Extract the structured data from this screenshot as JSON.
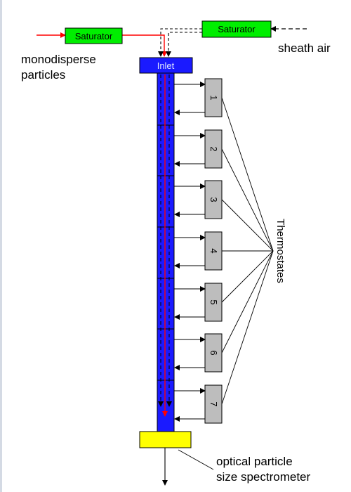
{
  "labels": {
    "saturator_left": "Saturator",
    "saturator_right": "Saturator",
    "inlet": "Inlet",
    "monodisperse_line1": "monodisperse",
    "monodisperse_line2": "particles",
    "sheath_air": "sheath air",
    "thermostates": "Thermostates",
    "spectrometer_line1": "optical particle",
    "spectrometer_line2": "size spectrometer"
  },
  "thermostats": [
    "1",
    "2",
    "3",
    "4",
    "5",
    "6",
    "7"
  ],
  "colors": {
    "saturator": "#00ee00",
    "inlet": "#1a1aff",
    "column": "#1a1aff",
    "thermostat": "#bdbdbd",
    "spectrometer": "#ffff00",
    "particle_flow": "#ff0000"
  }
}
